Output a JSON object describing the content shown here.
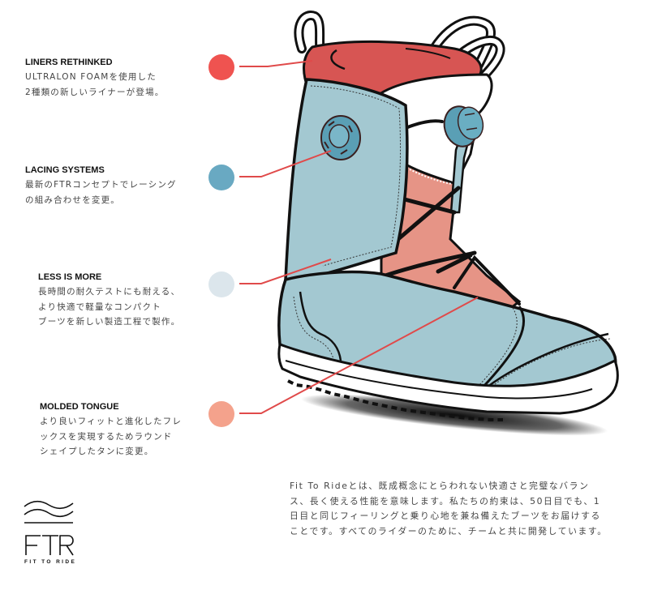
{
  "colors": {
    "liner_red": "#ef5350",
    "lacing_blue": "#69a9c2",
    "less_grey": "#dce6ec",
    "tongue_salmon": "#f4a28c",
    "connector_line": "#e04a4a",
    "boot_shell": "#a3c8d1",
    "boot_liner": "#d75553",
    "boot_tongue": "#e69486",
    "boa_dial": "#5a9fb5"
  },
  "features": [
    {
      "id": "liners-rethinked",
      "title": "LINERS RETHINKED",
      "description": "ULTRALON FOAMを使用した\n2種類の新しいライナーが登場。",
      "dot_color": "#ef5350"
    },
    {
      "id": "lacing-systems",
      "title": "LACING SYSTEMS",
      "description": "最新のFTRコンセプトでレーシング\nの組み合わせを変更。",
      "dot_color": "#69a9c2"
    },
    {
      "id": "less-is-more",
      "title": "LESS IS MORE",
      "description": "長時間の耐久テストにも耐える、\nより快適で軽量なコンパクト\nブーツを新しい製造工程で製作。",
      "dot_color": "#dce6ec"
    },
    {
      "id": "molded-tongue",
      "title": "MOLDED TONGUE",
      "description": "より良いフィットと進化したフレ\nックスを実現するためラウンド\nシェイプしたタンに変更。",
      "dot_color": "#f4a28c"
    }
  ],
  "illustration": {
    "subject": "snowboard-boot",
    "icon": "boot-illustration"
  },
  "about": {
    "text": "Fit To Rideとは、既成概念にとらわれない快適さと完璧なバランス、長く使える性能を意味します。私たちの約束は、50日目でも、1日目と同じフィーリングと乗り心地を兼ね備えたブーツをお届けすることです。すべてのライダーのために、チームと共に開発しています。"
  },
  "logo": {
    "mark": "FTR",
    "caption": "FIT TO RIDE",
    "icon": "wave-logo-icon"
  }
}
